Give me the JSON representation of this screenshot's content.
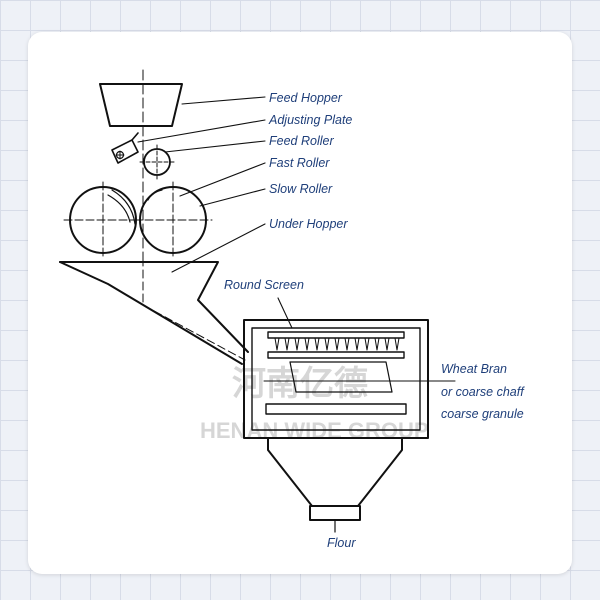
{
  "labels": {
    "feed_hopper": "Feed Hopper",
    "adjusting_plate": "Adjusting Plate",
    "feed_roller": "Feed Roller",
    "fast_roller": "Fast Roller",
    "slow_roller": "Slow Roller",
    "under_hopper": "Under Hopper",
    "round_screen": "Round Screen",
    "wheat_bran": "Wheat Bran",
    "coarse_chaff": "or coarse chaff",
    "coarse_granule": "coarse granule",
    "flour": "Flour"
  },
  "watermark": {
    "text": "HENAN WIDE GROUP",
    "logo_text": "河南亿德"
  },
  "colors": {
    "label": "#1f3f7a",
    "ink": "#111111",
    "grid": "#d7dce8",
    "background": "#eef1f7",
    "card": "#ffffff"
  }
}
